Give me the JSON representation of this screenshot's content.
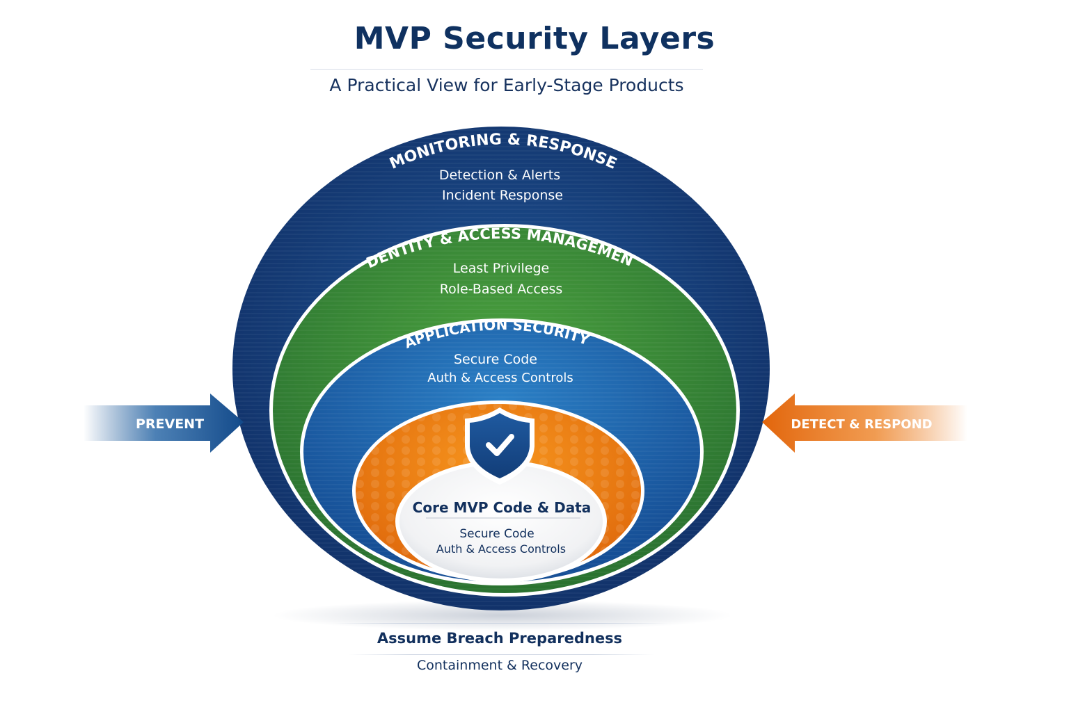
{
  "header": {
    "title": "MVP Security Layers",
    "subtitle": "A Practical View for Early-Stage Products"
  },
  "layers": [
    {
      "name": "MONITORING & RESPONSE",
      "items": [
        "Detection & Alerts",
        "Incident Response"
      ],
      "color": "#16427e"
    },
    {
      "name": "IDENTITY & ACCESS MANAGEMENT",
      "items": [
        "Least Privilege",
        "Role-Based Access"
      ],
      "color": "#3a8c35"
    },
    {
      "name": "APPLICATION SECURITY",
      "items": [
        "Secure Code",
        "Auth & Access Controls"
      ],
      "color": "#1f64ad"
    },
    {
      "name": "",
      "items": [],
      "color": "#ef7d12"
    }
  ],
  "core": {
    "title": "Core MVP Code & Data",
    "items": [
      "Secure Code",
      "Auth & Access Controls"
    ],
    "icon": "shield-check-icon"
  },
  "arrows": {
    "left": {
      "label": "PREVENT",
      "color": "#1b5594"
    },
    "right": {
      "label": "DETECT & RESPOND",
      "color": "#e8700f"
    }
  },
  "footer": {
    "title": "Assume Breach Preparedness",
    "subtitle": "Containment & Recovery"
  }
}
